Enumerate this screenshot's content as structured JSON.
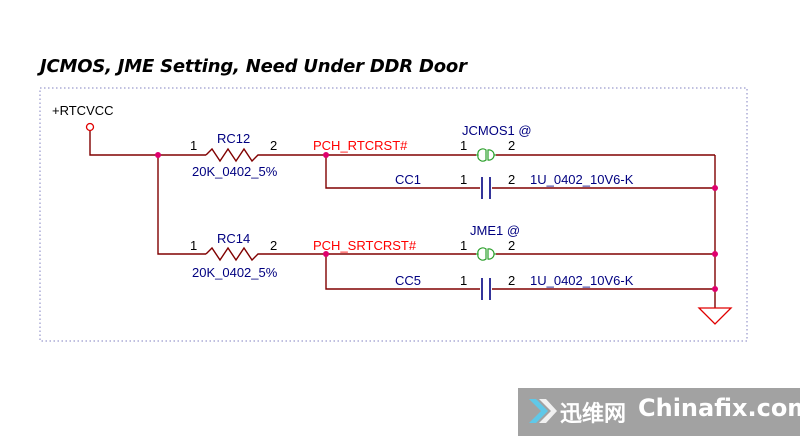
{
  "title": "JCMOS, JME Setting, Need Under DDR Door",
  "power": {
    "net": "+RTCVCC"
  },
  "rc12": {
    "ref": "RC12",
    "value": "20K_0402_5%",
    "pin1": "1",
    "pin2": "2",
    "net": "PCH_RTCRST#"
  },
  "jcmos1": {
    "ref": "JCMOS1 @",
    "pin1": "1",
    "pin2": "2"
  },
  "cc1": {
    "ref": "CC1",
    "value": "1U_0402_10V6-K",
    "pin1": "1",
    "pin2": "2"
  },
  "rc14": {
    "ref": "RC14",
    "value": "20K_0402_5%",
    "pin1": "1",
    "pin2": "2",
    "net": "PCH_SRTCRST#"
  },
  "jme1": {
    "ref": "JME1 @",
    "pin1": "1",
    "pin2": "2"
  },
  "cc5": {
    "ref": "CC5",
    "value": "1U_0402_10V6-K",
    "pin1": "1",
    "pin2": "2"
  },
  "colors": {
    "wire": "#800000",
    "junction": "#e0006e",
    "net_label": "#ff0000",
    "component": "#000080",
    "border": "#8080c0",
    "watermark_bg": "#9a9a9a",
    "watermark_accent": "#5fc8e8"
  },
  "watermark": {
    "cn": "迅维网",
    "en": "Chinafix.com"
  }
}
